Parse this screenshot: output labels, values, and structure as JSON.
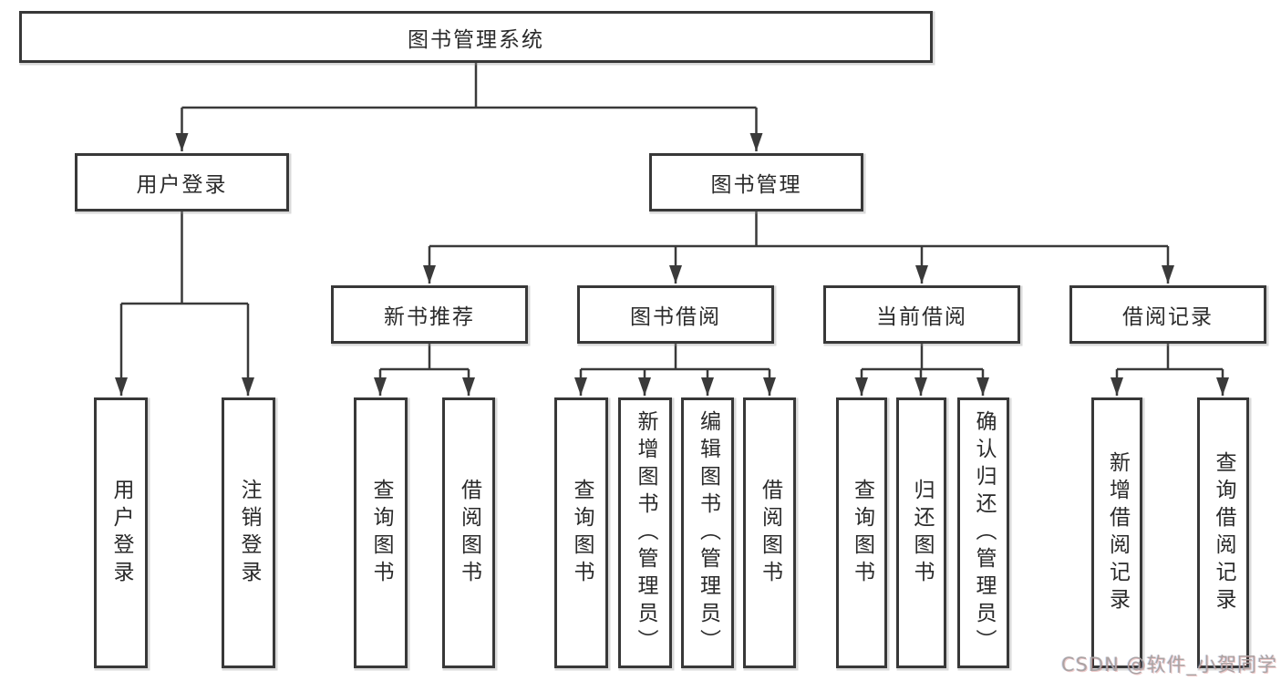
{
  "diagram": {
    "root": {
      "label": "图书管理系统"
    },
    "level2": [
      {
        "label": "用户登录"
      },
      {
        "label": "图书管理"
      }
    ],
    "level3": [
      {
        "label": "新书推荐",
        "parent": "图书管理"
      },
      {
        "label": "图书借阅",
        "parent": "图书管理"
      },
      {
        "label": "当前借阅",
        "parent": "图书管理"
      },
      {
        "label": "借阅记录",
        "parent": "图书管理"
      }
    ],
    "leaves": [
      {
        "label": "用户登录",
        "parent": "用户登录"
      },
      {
        "label": "注销登录",
        "parent": "用户登录"
      },
      {
        "label": "查询图书",
        "parent": "新书推荐"
      },
      {
        "label": "借阅图书",
        "parent": "新书推荐"
      },
      {
        "label": "查询图书",
        "parent": "图书借阅"
      },
      {
        "label": "新增图书（管理员）",
        "parent": "图书借阅"
      },
      {
        "label": "编辑图书（管理员）",
        "parent": "图书借阅"
      },
      {
        "label": "借阅图书",
        "parent": "图书借阅"
      },
      {
        "label": "查询图书",
        "parent": "当前借阅"
      },
      {
        "label": "归还图书",
        "parent": "当前借阅"
      },
      {
        "label": "确认归还（管理员）",
        "parent": "当前借阅"
      },
      {
        "label": "新增借阅记录",
        "parent": "借阅记录"
      },
      {
        "label": "查询借阅记录",
        "parent": "借阅记录"
      }
    ]
  },
  "watermark": {
    "text": "CSDN @软件_小贺同学"
  }
}
